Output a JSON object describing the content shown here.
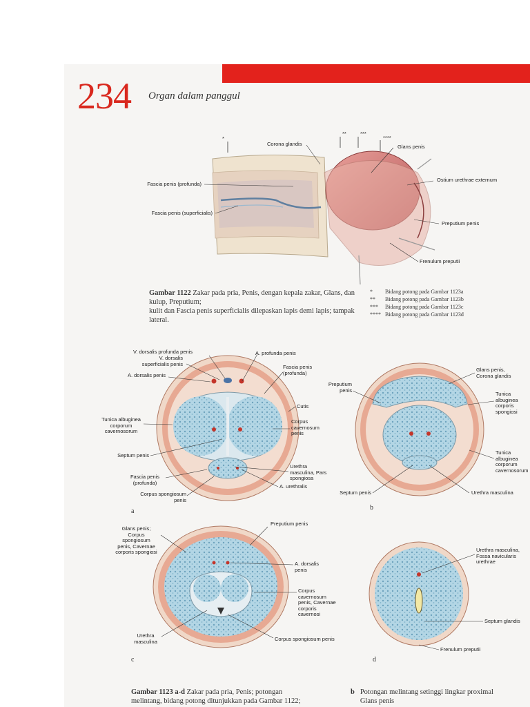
{
  "header": {
    "page_number": "234",
    "chapter": "Organ dalam panggul"
  },
  "fig1122": {
    "labels": {
      "corona": "Corona glandis",
      "glans": "Glans penis",
      "fascia_prof": "Fascia penis (profunda)",
      "fascia_sup": "Fascia penis (superficialis)",
      "ostium": "Ostium urethrae externum",
      "preputium": "Preputium penis",
      "frenulum": "Frenulum preputii"
    },
    "markers": [
      "*",
      "**",
      "***",
      "****"
    ],
    "caption_title": "Gambar 1122",
    "caption_text": "Zakar pada pria, Penis, dengan kepala zakar, Glans, dan kulup, Preputium;\nkulit dan Fascia penis superficialis dilepaskan lapis demi lapis; tampak lateral.",
    "legend": [
      {
        "key": "*",
        "text": "Bidang potong pada Gambar 1123a"
      },
      {
        "key": "**",
        "text": "Bidang potong pada Gambar 1123b"
      },
      {
        "key": "***",
        "text": "Bidang potong pada Gambar 1123c"
      },
      {
        "key": "****",
        "text": "Bidang potong pada Gambar 1123d"
      }
    ]
  },
  "fig_a": {
    "sublabel": "a",
    "labels": {
      "vdpp": "V. dorsalis profunda penis",
      "vdsp": "V. dorsalis\nsuperficialis penis",
      "adp": "A. dorsalis penis",
      "app": "A. profunda penis",
      "fpp": "Fascia penis\n(profunda)",
      "cutis": "Cutis",
      "tac": "Tunica albuginea\ncorporum\ncavernosorum",
      "ccp": "Corpus\ncavernosum\npenis",
      "septum": "Septum penis",
      "urethra": "Urethra\nmasculina, Pars\nspongiosa",
      "fpp2": "Fascia penis\n(profunda)",
      "au": "A. urethralis",
      "csp": "Corpus spongiosum\npenis"
    }
  },
  "fig_b": {
    "sublabel": "b",
    "labels": {
      "prep": "Preputium\npenis",
      "glans": "Glans penis,\nCorona glandis",
      "tacs": "Tunica\nalbuginea\ncorporis\nspongiosi",
      "tacc": "Tunica\nalbuginea\ncorporum\ncavernosorum",
      "septum": "Septum penis",
      "urethra": "Urethra masculina"
    }
  },
  "fig_c": {
    "sublabel": "c",
    "labels": {
      "prep": "Preputium penis",
      "glans": "Glans penis;\nCorpus\nspongiosum\npenis, Cavernae\ncorporis spongiosi",
      "adp": "A. dorsalis\npenis",
      "cc": "Corpus\ncavernosum\npenis, Cavernae\ncorporis\ncavernosi",
      "urethra": "Urethra\nmasculina",
      "csp": "Corpus spongiosum penis"
    }
  },
  "fig_d": {
    "sublabel": "d",
    "labels": {
      "urethra": "Urethra masculina,\nFossa navicularis\nurethrae",
      "septum": "Septum glandis",
      "frenulum": "Frenulum preputii"
    }
  },
  "fig1123": {
    "caption_title": "Gambar 1123 a-d",
    "caption_text": "Zakar pada pria, Penis; potongan\nmelintang, bidang potong ditunjukkan pada Gambar 1122;",
    "b_key": "b",
    "b_text": "Potongan melintang setinggi lingkar proximal\nGlans penis"
  },
  "colors": {
    "accent_red": "#e3221c",
    "page_number": "#d9281e",
    "spongy": "#a9cfe0",
    "skin": "#e9a48f"
  }
}
